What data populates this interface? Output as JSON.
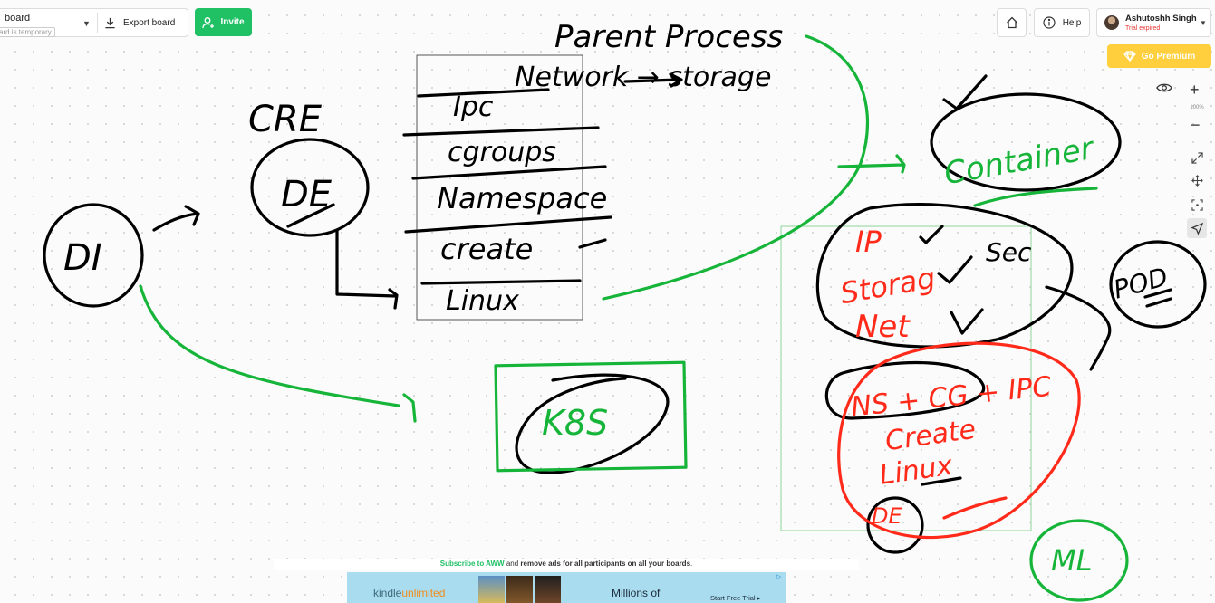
{
  "toolbar": {
    "board_name": "board",
    "board_temp_note": "ard is temporary",
    "export_label": "Export board",
    "invite_label": "Invite",
    "help_label": "Help",
    "user_name": "Ashutoshh Singh",
    "user_status": "Trial expired",
    "premium_label": "Go Premium"
  },
  "side_panel": {
    "zoom_in": "+",
    "zoom_level": "100%",
    "zoom_out": "−"
  },
  "ad": {
    "subscribe_link": "Subscribe to AWW",
    "subscribe_and": "and",
    "subscribe_rest": "remove ads for all participants on all your boards",
    "subscribe_dot": ".",
    "brand_kindle": "kindle",
    "brand_unlimited": "unlimited",
    "headline": "Millions of",
    "cta": "Start Free Trial ▸"
  },
  "sketch": {
    "parent_process": "Parent Process",
    "network_storage": "Network → storage",
    "cre": "CRE",
    "de": "DE",
    "di": "DI",
    "ipc": "Ipc",
    "cgroups": "cgroups",
    "namespace": "Namespace",
    "create": "create",
    "linux": "Linux",
    "k8s": "K8S",
    "container": "Container",
    "pod": "POD",
    "ml": "ML",
    "pod_ip": "IP",
    "pod_storage": "Storag",
    "pod_net": "Net",
    "sec": "Sec",
    "ns_cg_ipc": "NS + CG + IPC",
    "red_create": "Create",
    "red_linux": "Linux",
    "red_de": "DE"
  },
  "colors": {
    "invite_green": "#20c065",
    "premium_yellow": "#ffcf3d",
    "trial_red": "#e53935",
    "ink_black": "#000000",
    "ink_green": "#16b53a",
    "ink_red": "#ff2a1a"
  }
}
